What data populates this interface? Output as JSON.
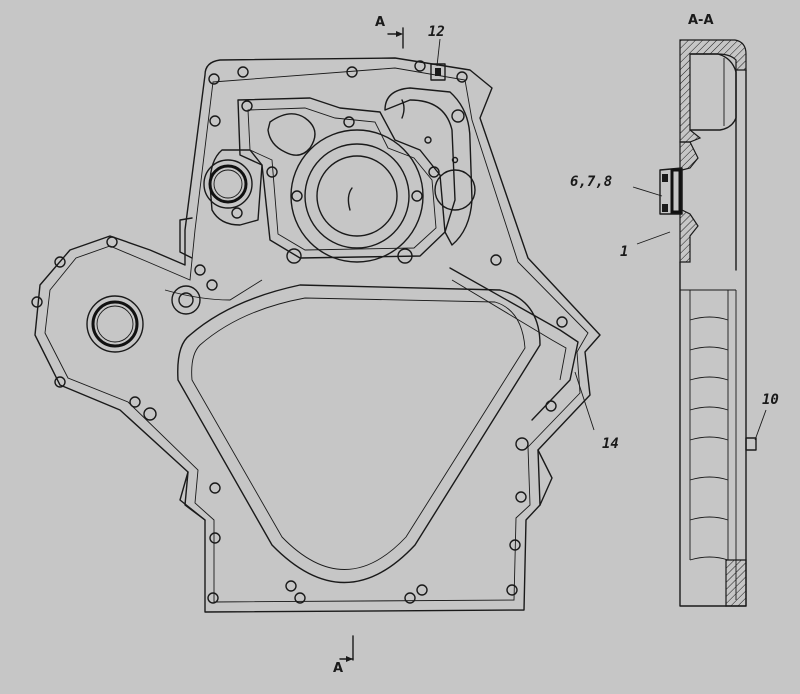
{
  "labels": {
    "section_title": "A-A",
    "cut_top": "A",
    "cut_bottom": "A",
    "part_12": "12",
    "part_6_7_8": "6,7,8",
    "part_1": "1",
    "part_10": "10",
    "part_14": "14"
  }
}
